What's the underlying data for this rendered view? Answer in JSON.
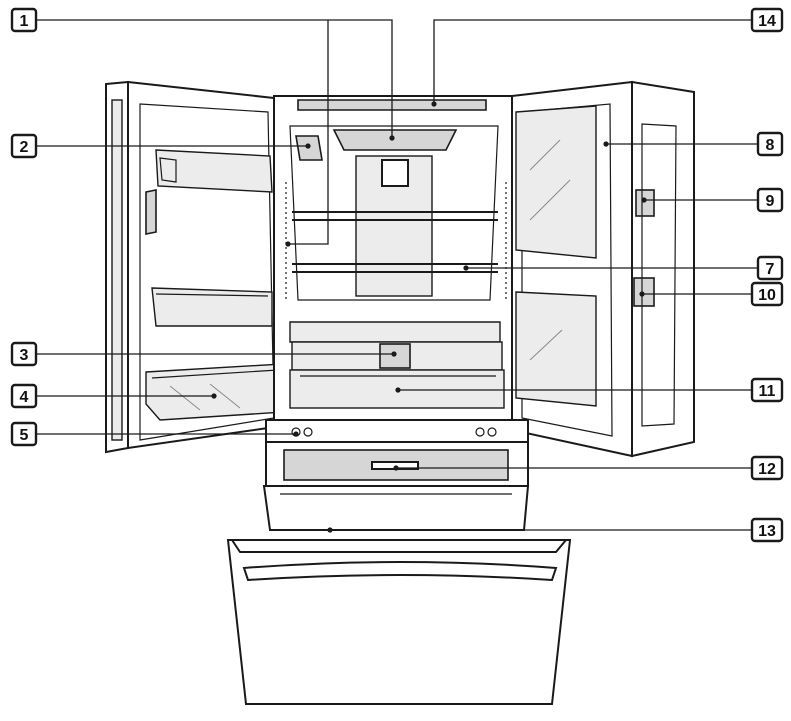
{
  "diagram": {
    "callouts": [
      {
        "id": "c1",
        "label": "1"
      },
      {
        "id": "c2",
        "label": "2"
      },
      {
        "id": "c3",
        "label": "3"
      },
      {
        "id": "c4",
        "label": "4"
      },
      {
        "id": "c5",
        "label": "5"
      },
      {
        "id": "c7",
        "label": "7"
      },
      {
        "id": "c8",
        "label": "8"
      },
      {
        "id": "c9",
        "label": "9"
      },
      {
        "id": "c10",
        "label": "10"
      },
      {
        "id": "c11",
        "label": "11"
      },
      {
        "id": "c12",
        "label": "12"
      },
      {
        "id": "c13",
        "label": "13"
      },
      {
        "id": "c14",
        "label": "14"
      }
    ]
  },
  "colors": {
    "outline": "#1a1a1a",
    "panel_fill": "#d6d6d6",
    "background": "#ffffff"
  }
}
